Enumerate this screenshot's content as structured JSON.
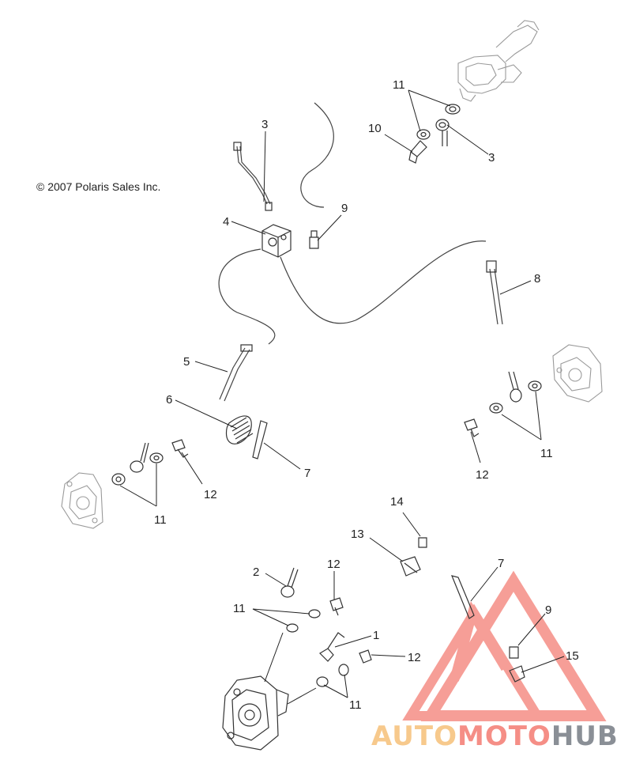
{
  "copyright": "© 2007 Polaris Sales Inc.",
  "callouts": [
    "11",
    "10",
    "3",
    "3",
    "4",
    "9",
    "8",
    "5",
    "6",
    "7",
    "11",
    "12",
    "11",
    "12",
    "14",
    "13",
    "2",
    "12",
    "7",
    "11",
    "1",
    "12",
    "9",
    "15",
    "11"
  ],
  "watermark": {
    "part1": "AUTO",
    "part2": "MOTO",
    "part3": "HUB",
    "colors": {
      "auto": "#f7c98c",
      "moto": "#f58e86",
      "hub": "#8a8f96",
      "triangle": "#f58e86"
    }
  }
}
